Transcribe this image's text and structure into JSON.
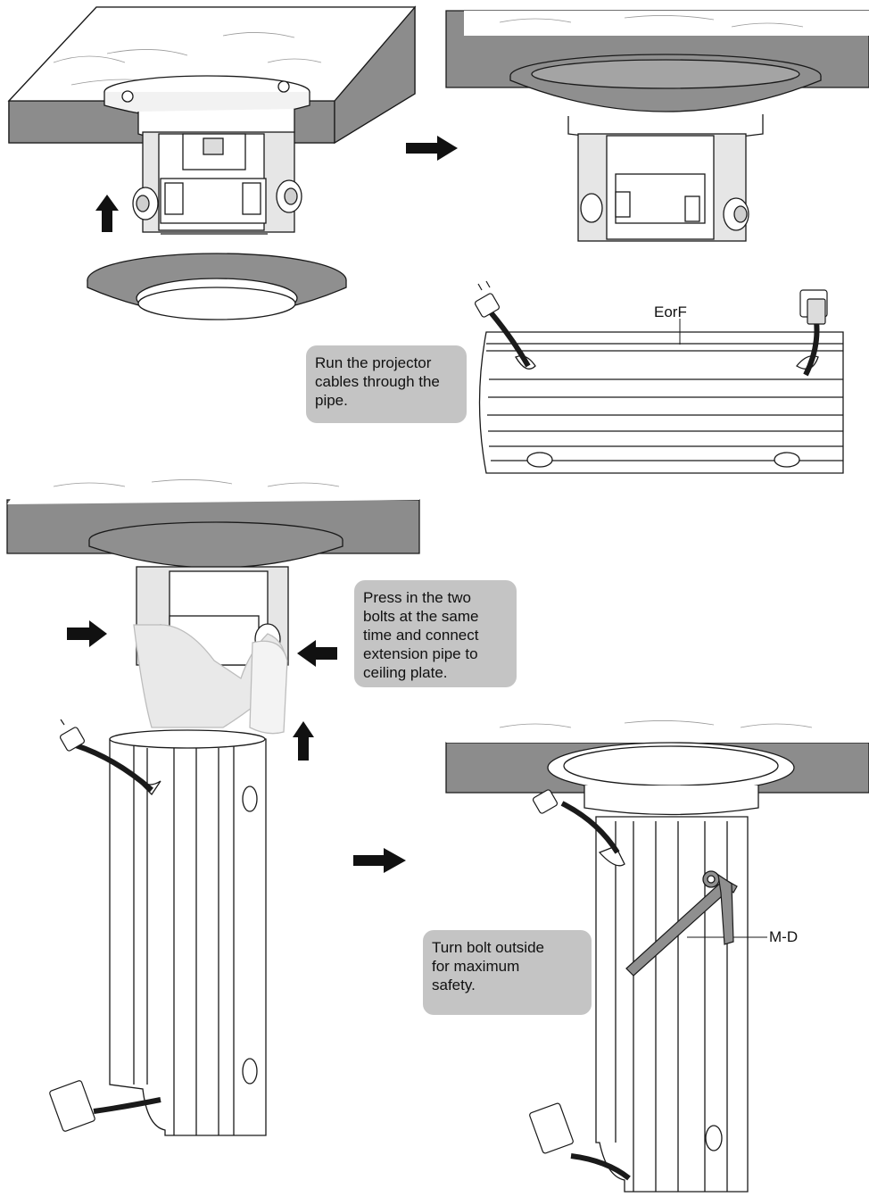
{
  "labels": {
    "pipe_label": "EorF",
    "wrench_label": "M-D"
  },
  "callouts": {
    "run_cables": "Run the projector\ncables through the\npipe.",
    "press_bolts": "Press in the two\nbolts at the same\ntime and connect\nextension pipe to\nceiling plate.",
    "turn_bolt": "Turn bolt outside\nfor maximum\nsafety."
  },
  "colors": {
    "ceiling_side": "#8c8c8c",
    "ring": "#8f8f8f",
    "callout_bg": "#c4c4c4",
    "line": "#1a1a1a"
  },
  "icons": [
    "arrow-up-icon",
    "arrow-right-icon",
    "arrow-left-icon",
    "power-plug-icon",
    "vga-connector-icon",
    "hex-key-icon"
  ]
}
